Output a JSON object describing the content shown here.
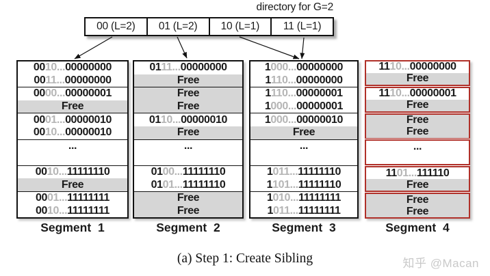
{
  "title": "directory for G=2",
  "directory": {
    "cells": [
      "00 (L=2)",
      "01 (L=2)",
      "10 (L=1)",
      "11 (L=1)"
    ]
  },
  "arrows": [
    {
      "from_cell": "00",
      "to_segment": "Segment 1"
    },
    {
      "from_cell": "01",
      "to_segment": "Segment 2"
    },
    {
      "from_cell": "10",
      "to_segment": "Segment 3"
    },
    {
      "from_cell": "11",
      "to_segment": "Segment 3"
    }
  ],
  "labels": {
    "free": "Free",
    "ellipsis": "..."
  },
  "segments": [
    {
      "name": "Segment 1",
      "highlighted": false,
      "buckets": [
        {
          "slots": [
            {
              "kind": "key",
              "prefix": "00",
              "mid": "10...",
              "suffix": "00000000"
            },
            {
              "kind": "key",
              "prefix": "00",
              "mid": "11...",
              "suffix": "00000000"
            }
          ]
        },
        {
          "slots": [
            {
              "kind": "key",
              "prefix": "00",
              "mid": "00...",
              "suffix": "00000001"
            },
            {
              "kind": "free"
            }
          ]
        },
        {
          "slots": [
            {
              "kind": "key",
              "prefix": "00",
              "mid": "01...",
              "suffix": "00000010"
            },
            {
              "kind": "key",
              "prefix": "00",
              "mid": "10...",
              "suffix": "00000010"
            }
          ]
        },
        {
          "slots": [
            {
              "kind": "ellipsis"
            },
            {
              "kind": "blank"
            }
          ]
        },
        {
          "slots": [
            {
              "kind": "key",
              "prefix": "00",
              "mid": "10...",
              "suffix": "11111110"
            },
            {
              "kind": "free"
            }
          ]
        },
        {
          "slots": [
            {
              "kind": "key",
              "prefix": "00",
              "mid": "01...",
              "suffix": "11111111"
            },
            {
              "kind": "key",
              "prefix": "00",
              "mid": "10...",
              "suffix": "11111111"
            }
          ]
        }
      ]
    },
    {
      "name": "Segment 2",
      "highlighted": false,
      "buckets": [
        {
          "slots": [
            {
              "kind": "key",
              "prefix": "01",
              "mid": "11...",
              "suffix": "00000000"
            },
            {
              "kind": "free"
            }
          ]
        },
        {
          "slots": [
            {
              "kind": "free"
            },
            {
              "kind": "free"
            }
          ]
        },
        {
          "slots": [
            {
              "kind": "key",
              "prefix": "01",
              "mid": "10...",
              "suffix": "00000010"
            },
            {
              "kind": "free"
            }
          ]
        },
        {
          "slots": [
            {
              "kind": "ellipsis"
            },
            {
              "kind": "blank"
            }
          ]
        },
        {
          "slots": [
            {
              "kind": "key",
              "prefix": "01",
              "mid": "00...",
              "suffix": "11111110"
            },
            {
              "kind": "key",
              "prefix": "01",
              "mid": "01...",
              "suffix": "11111110"
            }
          ]
        },
        {
          "slots": [
            {
              "kind": "free"
            },
            {
              "kind": "free"
            }
          ]
        }
      ]
    },
    {
      "name": "Segment 3",
      "highlighted": false,
      "buckets": [
        {
          "slots": [
            {
              "kind": "key",
              "prefix": "1",
              "mid": "000...",
              "suffix": "00000000"
            },
            {
              "kind": "key",
              "prefix": "1",
              "mid": "110...",
              "suffix": "00000000"
            }
          ]
        },
        {
          "slots": [
            {
              "kind": "key",
              "prefix": "1",
              "mid": "110...",
              "suffix": "00000001"
            },
            {
              "kind": "key",
              "prefix": "1",
              "mid": "000...",
              "suffix": "00000001"
            }
          ]
        },
        {
          "slots": [
            {
              "kind": "key",
              "prefix": "1",
              "mid": "000...",
              "suffix": "00000010"
            },
            {
              "kind": "free"
            }
          ]
        },
        {
          "slots": [
            {
              "kind": "ellipsis"
            },
            {
              "kind": "blank"
            }
          ]
        },
        {
          "slots": [
            {
              "kind": "key",
              "prefix": "1",
              "mid": "011...",
              "suffix": "11111110"
            },
            {
              "kind": "key",
              "prefix": "1",
              "mid": "101...",
              "suffix": "11111110"
            }
          ]
        },
        {
          "slots": [
            {
              "kind": "key",
              "prefix": "1",
              "mid": "010...",
              "suffix": "11111111"
            },
            {
              "kind": "key",
              "prefix": "1",
              "mid": "011...",
              "suffix": "11111111"
            }
          ]
        }
      ]
    },
    {
      "name": "Segment 4",
      "highlighted": true,
      "buckets": [
        {
          "slots": [
            {
              "kind": "key",
              "prefix": "11",
              "mid": "10...",
              "suffix": "00000000"
            },
            {
              "kind": "free"
            }
          ]
        },
        {
          "slots": [
            {
              "kind": "key",
              "prefix": "11",
              "mid": "10...",
              "suffix": "00000001"
            },
            {
              "kind": "free"
            }
          ]
        },
        {
          "slots": [
            {
              "kind": "free"
            },
            {
              "kind": "free"
            }
          ]
        },
        {
          "slots": [
            {
              "kind": "ellipsis"
            },
            {
              "kind": "blank"
            }
          ]
        },
        {
          "slots": [
            {
              "kind": "key",
              "prefix": "11",
              "mid": "01...",
              "suffix": "111110"
            },
            {
              "kind": "free"
            }
          ]
        },
        {
          "slots": [
            {
              "kind": "free"
            },
            {
              "kind": "free"
            }
          ]
        }
      ]
    },
    {
      "name_1": "Segment 1"
    }
  ],
  "caption": "(a) Step 1: Create Sibling",
  "watermark": "知乎 @Macan",
  "colors": {
    "free_bg": "#d6d6d6",
    "gray_digit": "#b5b5b5",
    "highlight_border": "#b03029",
    "ink": "#1a1a1a",
    "watermark_gray": "#c9c9c9"
  }
}
